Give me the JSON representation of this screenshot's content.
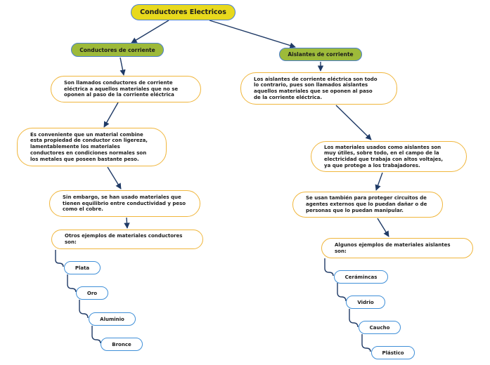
{
  "root": {
    "label": "Conductores Electricos"
  },
  "left": {
    "branch_label": "Conductores de corriente",
    "notes": [
      "Son llamados conductores de corriente\neléctrica a aquellos materiales que no se\noponen al paso de la corriente eléctrica",
      "Es conveniente que un material combine\nesta propiedad de conductor con ligereza,\nlamentablemente los materiales\nconductores en condiciones normales son\nlos metales que poseen bastante peso.",
      "Sin embargo, se han usado materiales que\ntienen equilibrio entre conductividad y peso\ncomo el cobre.",
      "Otros ejemplos de materiales conductores\nson:"
    ],
    "examples": [
      "Plata",
      "Oro",
      "Aluminio",
      "Bronce"
    ]
  },
  "right": {
    "branch_label": "Aislantes de corriente",
    "notes": [
      "Los aislantes de corriente eléctrica son todo\nlo contrario, pues son llamados aislantes\naquellos materiales que se oponen al paso\nde la corriente eléctrica.",
      "Los materiales usados como aislantes son\nmuy útiles, sobre todo, en el campo de la\nelectricidad que trabaja con altos voltajes,\nya que protege a los trabajadores.",
      "Se usan también para proteger circuitos de\nagentes externos que lo puedan dañar o de\npersonas que lo puedan manipular.",
      "Algunos ejemplos de materiales aislantes\nson:"
    ],
    "examples": [
      "Cerámincas",
      "Vidrio",
      "Caucho",
      "Plástico"
    ]
  },
  "colors": {
    "root_fill": "#e8d91c",
    "branch_fill": "#9dba3a",
    "node_border": "#4a7fd0",
    "note_border": "#f0b63c",
    "leaf_border": "#3f8fd8",
    "connector": "#1f3a66"
  }
}
